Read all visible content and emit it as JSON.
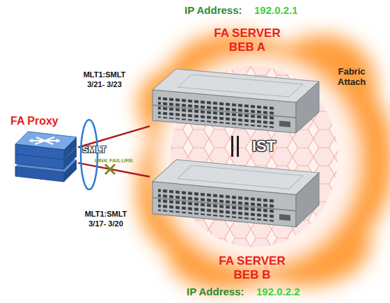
{
  "diagram": {
    "nodes": [
      {
        "text": [
          "Fabric Attach"
        ]
      },
      {
        "text": [
          "IP Address:",
          "192.0.2.1",
          "FA SERVER BEB A"
        ],
        "in": 0
      },
      {
        "text": [
          "FA SERVER BEB B",
          "IP Address:",
          "192.0.2.2"
        ],
        "in": 0
      },
      {
        "text": [
          "FA Proxy"
        ]
      }
    ],
    "edges": [
      {
        "from": 3,
        "to": 1,
        "arrow": "none",
        "label": "MLT1:SMLT 3/21- 3/23"
      },
      {
        "from": 3,
        "to": 2,
        "arrow": "none",
        "label": "MLT1:SMLT 3/17- 3/20"
      },
      {
        "from": 1,
        "to": 2,
        "arrow": "none",
        "label": "IST"
      }
    ],
    "labels": [
      "SMLT",
      "LINK FAILURE"
    ]
  }
}
